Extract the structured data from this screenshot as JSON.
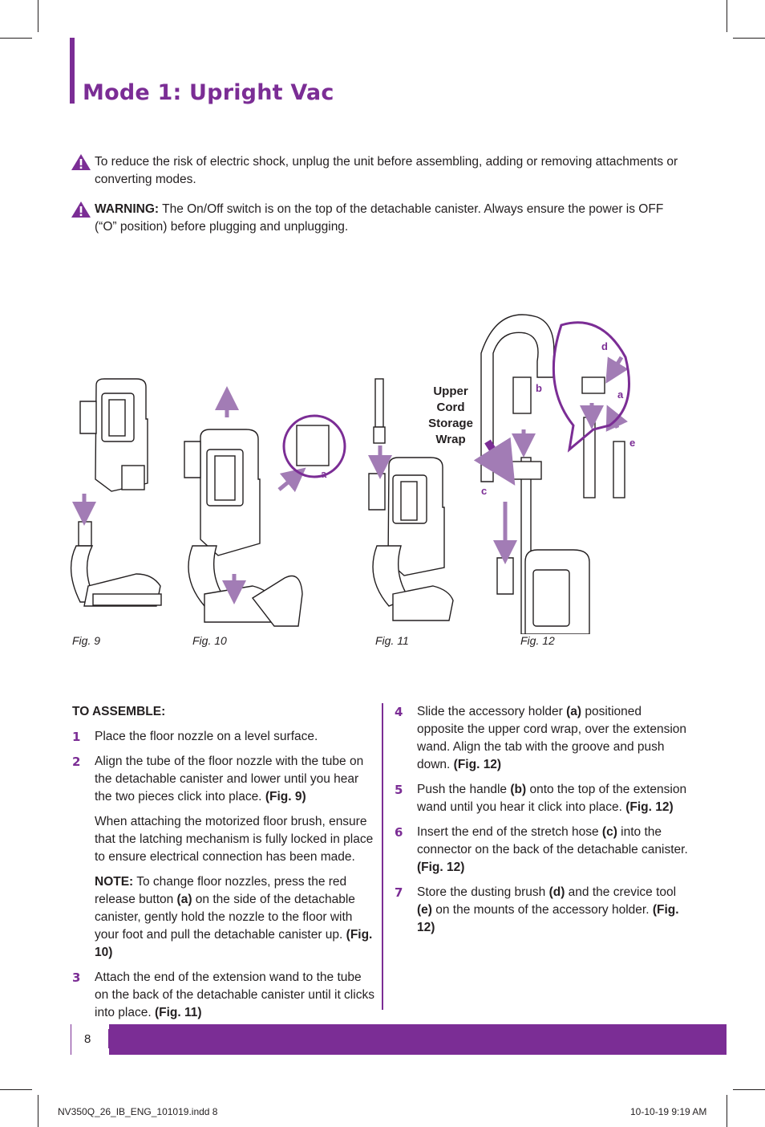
{
  "page": {
    "title": "Mode 1: Upright Vac",
    "page_number": "8"
  },
  "warnings": [
    {
      "text": "To reduce the risk of electric shock, unplug the unit before assembling, adding or removing attachments or converting modes."
    },
    {
      "label": "WARNING:",
      "text": " The On/Off switch is on the top of the detachable canister.  Always ensure the power is OFF (“O” position) before plugging and unplugging."
    }
  ],
  "figures": {
    "captions": [
      "Fig. 9",
      "Fig. 10",
      "Fig. 11",
      "Fig. 12"
    ],
    "callouts": {
      "a_fig10": "a",
      "upper_cord": [
        "Upper",
        "Cord",
        "Storage",
        "Wrap"
      ],
      "b": "b",
      "c": "c",
      "d": "d",
      "a_fig12": "a",
      "e": "e"
    }
  },
  "assembly": {
    "heading": "TO ASSEMBLE:",
    "step1": {
      "num": "1",
      "text": "Place the floor nozzle on a level surface."
    },
    "step2": {
      "num": "2",
      "text": "Align the tube of the floor nozzle with the tube on the detachable canister and lower until you hear the two pieces click into place.  ",
      "ref": "(Fig. 9)"
    },
    "motorized_note": "When attaching the motorized floor brush, ensure that the latching mechanism is fully locked in place to ensure electrical connection has been made.",
    "note": {
      "label": "NOTE:",
      "text1": " To change floor nozzles, press the red release button ",
      "a": "(a)",
      "text2": " on the side of the detachable canister, gently hold the nozzle to the floor with your foot and pull the detachable canister up. ",
      "ref": "(Fig. 10)"
    },
    "step3": {
      "num": "3",
      "text": "Attach the end of the extension wand to the tube on the back of the detachable canister until it clicks into place.  ",
      "ref": "(Fig. 11)"
    },
    "step4": {
      "num": "4",
      "text1": "Slide the accessory holder ",
      "a": "(a)",
      "text2": " positioned opposite the upper cord wrap, over the extension wand. Align the tab with the groove and push down. ",
      "ref": "(Fig. 12)"
    },
    "step5": {
      "num": "5",
      "text1": "Push the handle ",
      "b": "(b)",
      "text2": " onto the top of the extension wand until you hear it click into place.  ",
      "ref": "(Fig. 12)"
    },
    "step6": {
      "num": "6",
      "text1": "Insert the end of the stretch hose ",
      "c": "(c)",
      "text2": " into the connector on the back of the detachable canister. ",
      "ref": "(Fig. 12)"
    },
    "step7": {
      "num": "7",
      "text1": "Store the dusting brush ",
      "d": "(d)",
      "text2": " and the crevice tool ",
      "e": "(e)",
      "text3": " on the mounts of the accessory holder. ",
      "ref": "(Fig. 12)"
    }
  },
  "slug": {
    "file": "NV350Q_26_IB_ENG_101019.indd   8",
    "date": "10-10-19   9:19 AM"
  },
  "colors": {
    "accent": "#7b2d95",
    "text": "#231f20",
    "warning_icon": "#7b2d95"
  }
}
